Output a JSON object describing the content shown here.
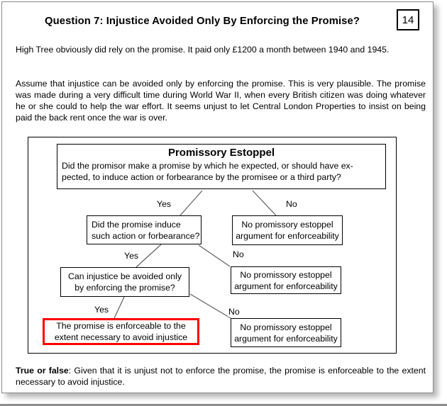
{
  "slide": {
    "title": "Question 7: Injustice Avoided Only By Enforcing the Promise?",
    "slide_number": "14",
    "paragraph1": "High Tree obviously did rely on the promise. It paid only £1200 a month between 1940 and 1945.",
    "paragraph2": "Assume that injustice can be avoided only by enforcing the promise. This is very plausible. The promise was made during a very difficult time during World War II, when every British citizen was doing whatever he or she could to help the war effort. It seems unjust to let Central London Properties to insist on being paid the back rent once the war is over.",
    "footer_bold": "True or false",
    "footer_rest": ": Given that it is unjust not to enforce the promise, the promise is enforceable to the extent necessary to avoid injustice."
  },
  "flowchart": {
    "root_title": "Promissory Estoppel",
    "root_question_line1": "Did the promisor make a promise by which he expected, or should have ex-",
    "root_question_line2": "pected, to induce action or forbearance by the promisee or a third party?",
    "induce_line1": "Did the promise induce",
    "induce_line2": "such action or forbearance?",
    "injustice_line1": "Can injustice be avoided only",
    "injustice_line2": "by enforcing the promise?",
    "no_estoppel_line1": "No promissory estoppel",
    "no_estoppel_line2": "argument for enforceability",
    "enforceable_line1": "The promise is enforceable to the",
    "enforceable_line2": "extent necessary to avoid injustice",
    "label_yes": "Yes",
    "label_no": "No",
    "highlight_border_color": "#ff0000",
    "line_color": "#5f5f5f"
  }
}
